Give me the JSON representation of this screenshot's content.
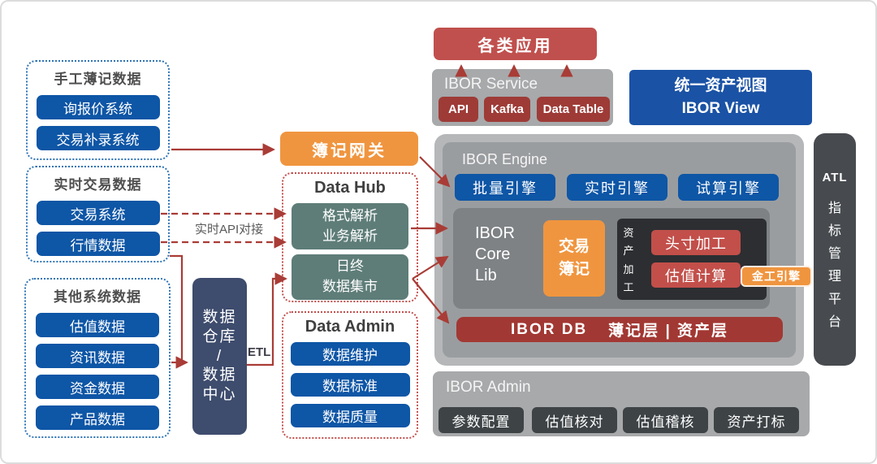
{
  "left_groups": [
    {
      "title": "手工薄记数据",
      "items": [
        "询报价系统",
        "交易补录系统"
      ]
    },
    {
      "title": "实时交易数据",
      "items": [
        "交易系统",
        "行情数据"
      ]
    },
    {
      "title": "其他系统数据",
      "items": [
        "估值数据",
        "资讯数据",
        "资金数据",
        "产品数据"
      ]
    }
  ],
  "warehouse": {
    "lines": [
      "数据",
      "仓库",
      "/",
      "数据",
      "中心"
    ]
  },
  "labels": {
    "etl": "ETL",
    "api_link": "实时API对接"
  },
  "gateway": {
    "label": "簿记网关"
  },
  "data_hub": {
    "title": "Data Hub",
    "box1": {
      "line1": "格式解析",
      "line2": "业务解析"
    },
    "box2": {
      "line1": "日终",
      "line2": "数据集市"
    }
  },
  "data_admin": {
    "title": "Data Admin",
    "items": [
      "数据维护",
      "数据标准",
      "数据质量"
    ]
  },
  "apps": {
    "label": "各类应用"
  },
  "ibor_service": {
    "title": "IBOR Service",
    "items": [
      "API",
      "Kafka",
      "Data Table"
    ]
  },
  "ibor_view": {
    "line1": "统一资产视图",
    "line2": "IBOR View"
  },
  "ibor_engine": {
    "title": "IBOR Engine",
    "engines": [
      "批量引擎",
      "实时引擎",
      "试算引擎"
    ]
  },
  "core": {
    "lines": [
      "IBOR",
      "Core",
      "Lib"
    ],
    "booking": {
      "line1": "交易",
      "line2": "簿记"
    },
    "asset_chars": [
      "资",
      "产",
      "加",
      "工"
    ],
    "asset_items": [
      "头寸加工",
      "估值计算"
    ],
    "fin_engine": "金工引擎"
  },
  "ibor_db": {
    "left": "IBOR DB",
    "right": "薄记层 | 资产层"
  },
  "ibor_admin": {
    "title": "IBOR Admin",
    "items": [
      "参数配置",
      "估值核对",
      "估值稽核",
      "资产打标"
    ]
  },
  "atl": {
    "top": "ATL",
    "chars": [
      "指",
      "标",
      "管",
      "理",
      "平",
      "台"
    ]
  },
  "colors": {
    "accent_blue": "#0e56a6",
    "accent_orange": "#f0953f",
    "accent_red": "#c0504d",
    "wire_red": "#a93c36"
  }
}
